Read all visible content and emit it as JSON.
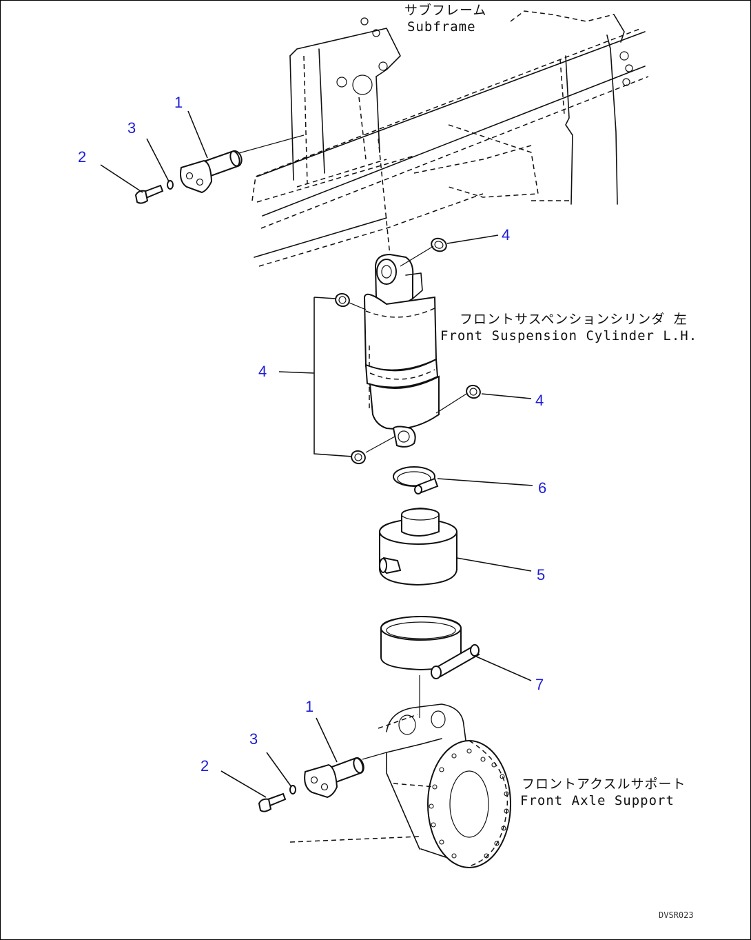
{
  "labels": {
    "subframe_jp": "サブフレーム",
    "subframe_en": "Subframe",
    "cylinder_jp": "フロントサスペンションシリンダ 左",
    "cylinder_en": "Front Suspension Cylinder L.H.",
    "axle_jp": "フロントアクスルサポート",
    "axle_en": "Front Axle Support"
  },
  "callouts": {
    "pin_top": "1",
    "washer_top": "3",
    "bolt_top": "2",
    "ring_top_right": "4",
    "ring_group": "4",
    "ring_right": "4",
    "small_clamp": "6",
    "boot": "5",
    "large_clamp": "7",
    "pin_bottom": "1",
    "washer_bottom": "3",
    "bolt_bottom": "2"
  },
  "drawing_code": "DVSR023"
}
